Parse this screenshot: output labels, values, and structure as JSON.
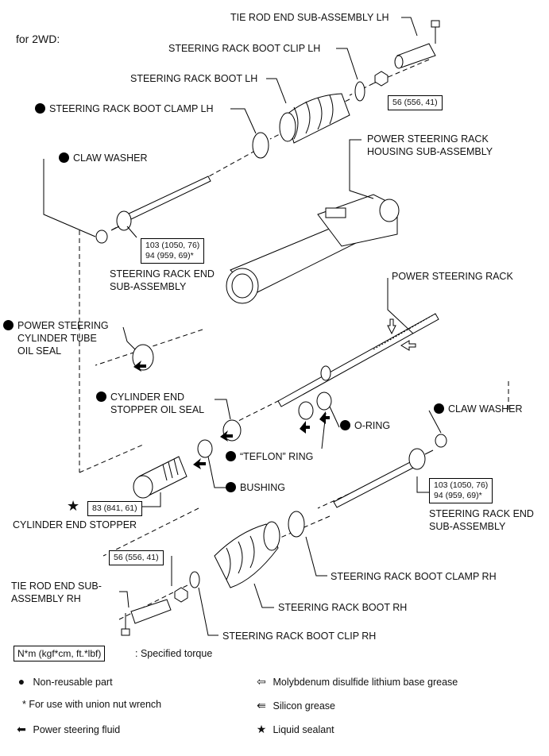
{
  "title": "for 2WD:",
  "labels": {
    "tie_rod_end_lh": "TIE ROD END SUB-ASSEMBLY LH",
    "boot_clip_lh": "STEERING RACK BOOT CLIP LH",
    "boot_lh": "STEERING RACK BOOT LH",
    "boot_clamp_lh": "STEERING RACK BOOT CLAMP LH",
    "housing_1": "POWER STEERING RACK",
    "housing_2": "HOUSING SUB-ASSEMBLY",
    "claw_washer_1": "CLAW WASHER",
    "rack_end_1a": "STEERING RACK END",
    "rack_end_1b": "SUB-ASSEMBLY",
    "rack": "POWER STEERING RACK",
    "cyl_oil_seal_1": "POWER STEERING",
    "cyl_oil_seal_2": "CYLINDER TUBE",
    "cyl_oil_seal_3": "OIL SEAL",
    "cyl_end_seal_1": "CYLINDER END",
    "cyl_end_seal_2": "STOPPER OIL SEAL",
    "claw_washer_2": "CLAW WASHER",
    "o_ring": "O-RING",
    "teflon_ring": "“TEFLON” RING",
    "bushing": "BUSHING",
    "cyl_end_stopper": "CYLINDER END STOPPER",
    "rack_end_2a": "STEERING RACK END",
    "rack_end_2b": "SUB-ASSEMBLY",
    "boot_clamp_rh": "STEERING RACK BOOT CLAMP RH",
    "tie_rod_end_rh_1": "TIE ROD END SUB-",
    "tie_rod_end_rh_2": "ASSEMBLY RH",
    "boot_rh": "STEERING RACK BOOT RH",
    "boot_clip_rh": "STEERING RACK BOOT CLIP RH"
  },
  "torques": {
    "t1": "56 (556, 41)",
    "t2a": "103 (1050, 76)",
    "t2b": "94 (959, 69)*",
    "t3": "83 (841, 61)",
    "t4a": "103 (1050, 76)",
    "t4b": "94 (959, 69)*",
    "t5": "56 (556, 41)"
  },
  "legend": {
    "torque_box": "N*m (kgf*cm, ft.*lbf)",
    "torque_desc": ": Specified torque",
    "non_reusable": "Non-reusable part",
    "union_nut": "* For use with union nut wrench",
    "ps_fluid": "Power steering fluid",
    "moly": "Molybdenum disulfide lithium base grease",
    "silicon": "Silicon grease",
    "sealant": "Liquid sealant"
  }
}
